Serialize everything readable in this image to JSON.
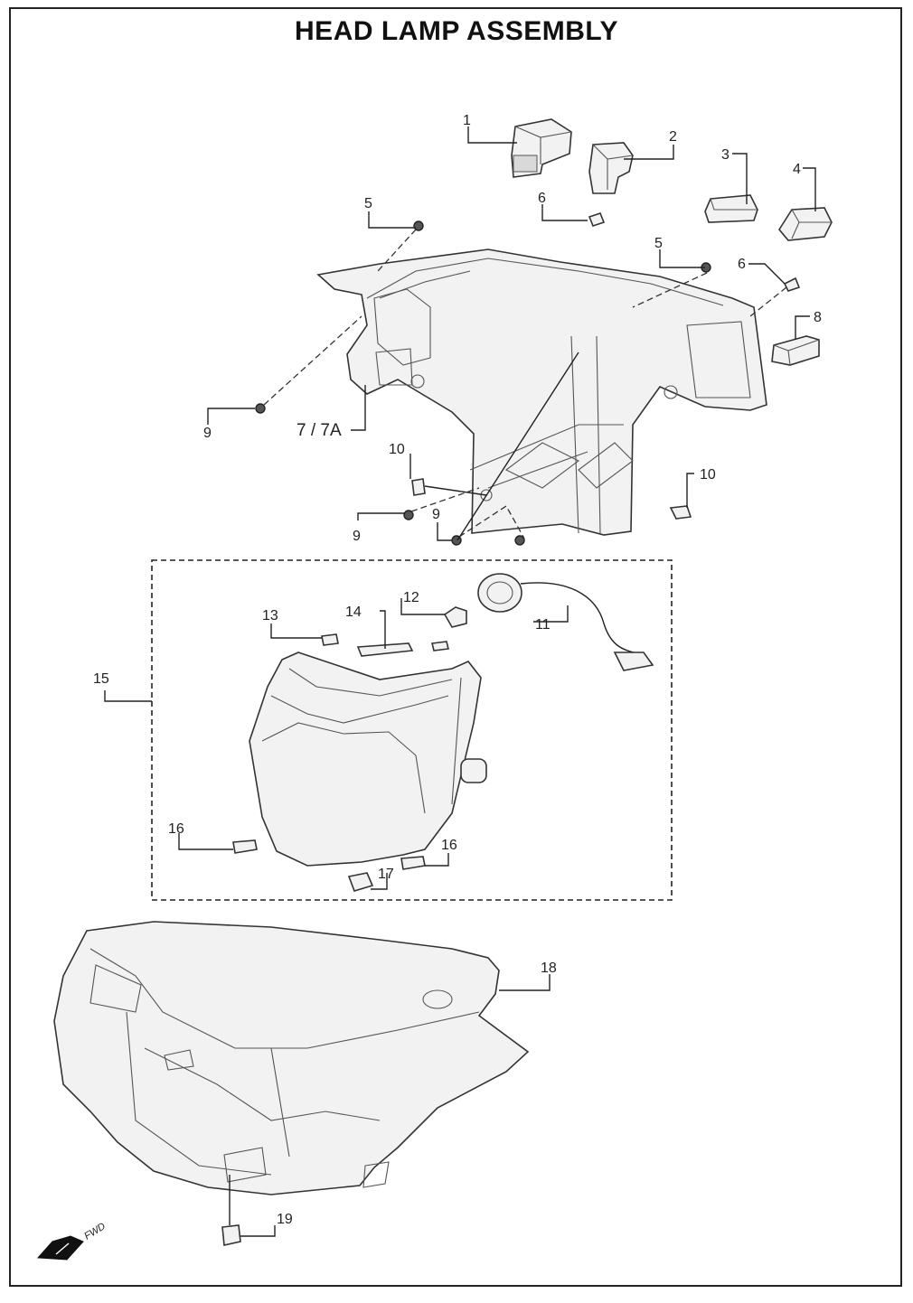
{
  "title": "HEAD LAMP ASSEMBLY",
  "callouts": {
    "c1": "1",
    "c2": "2",
    "c3": "3",
    "c4": "4",
    "c5a": "5",
    "c5b": "5",
    "c6a": "6",
    "c6b": "6",
    "c7": "7 / 7A",
    "c8": "8",
    "c9a": "9",
    "c9b": "9",
    "c9c": "9",
    "c10a": "10",
    "c10b": "10",
    "c11": "11",
    "c12": "12",
    "c13": "13",
    "c14": "14",
    "c15": "15",
    "c16a": "16",
    "c16b": "16",
    "c17": "17",
    "c18": "18",
    "c19": "19"
  },
  "direction": {
    "label": "FWD",
    "icon": "forward-arrow-icon"
  },
  "colors": {
    "ink": "#222222",
    "fill": "#f2f2f2",
    "background": "#ffffff"
  }
}
